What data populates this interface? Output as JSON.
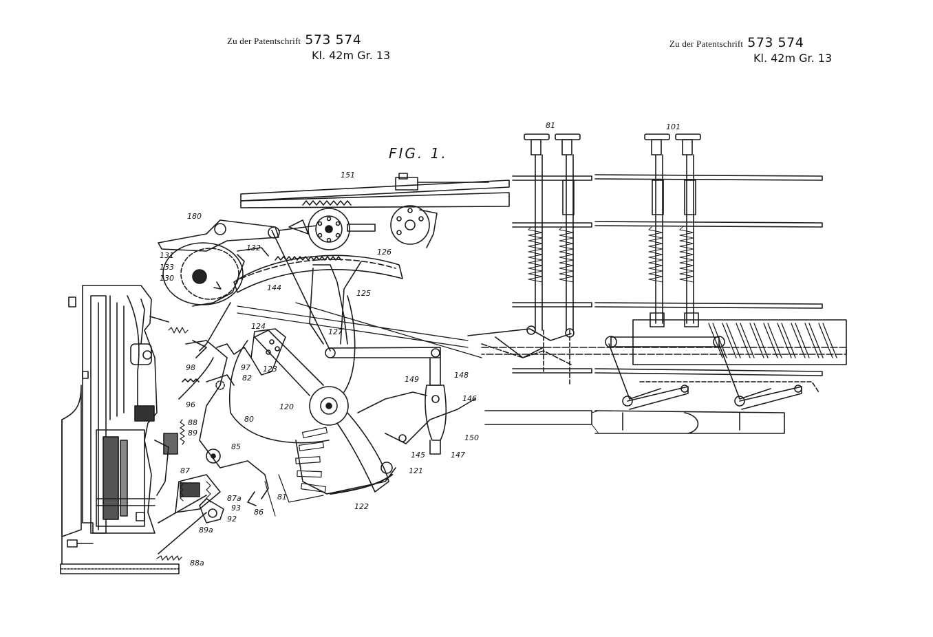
{
  "header_left": {
    "prefix": "Zu der Patentschrift",
    "number": "573 574",
    "class_line": "Kl. 42m   Gr. 13"
  },
  "header_right": {
    "prefix": "Zu der Patentschrift",
    "number": "573 574",
    "class_line": "Kl. 42m   Gr. 13"
  },
  "figure": {
    "title": "FIG. 1.",
    "labels": {
      "l81": "81",
      "l101": "101",
      "l151": "151",
      "l180": "180",
      "l132": "132",
      "l126": "126",
      "l131": "131",
      "l133": "133",
      "l130": "130",
      "l144": "144",
      "l125": "125",
      "l124": "124",
      "l127": "127",
      "l123": "123",
      "l97": "97",
      "l82": "82",
      "l98": "98",
      "l149": "149",
      "l148": "148",
      "l96": "96",
      "l120": "120",
      "l146": "146",
      "l88": "88",
      "l89": "89",
      "l80": "80",
      "l85": "85",
      "l145": "145",
      "l150": "150",
      "l147": "147",
      "l121": "121",
      "l87": "87",
      "l87a": "87a",
      "l81b": "81",
      "l86": "86",
      "l93": "93",
      "l92": "92",
      "l89a": "89a",
      "l122": "122",
      "l88a": "88a"
    }
  }
}
